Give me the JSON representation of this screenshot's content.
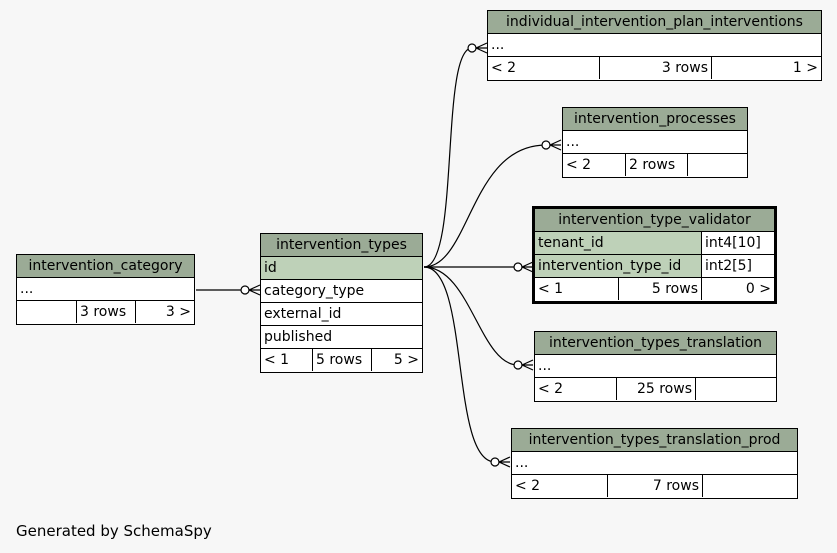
{
  "footer": "Generated by SchemaSpy",
  "tables": {
    "category": {
      "name": "intervention_category",
      "fields": [
        "..."
      ],
      "nav": {
        "prev": "",
        "rows": "3 rows",
        "next": "3 >"
      }
    },
    "types": {
      "name": "intervention_types",
      "fields": [
        "id",
        "category_type",
        "external_id",
        "published"
      ],
      "nav": {
        "prev": "< 1",
        "rows": "5 rows",
        "next": "5 >"
      }
    },
    "plan": {
      "name": "individual_intervention_plan_interventions",
      "fields": [
        "..."
      ],
      "nav": {
        "prev": "< 2",
        "rows": "3 rows",
        "next": "1 >"
      }
    },
    "processes": {
      "name": "intervention_processes",
      "fields": [
        "..."
      ],
      "nav": {
        "prev": "< 2",
        "rows": "2 rows",
        "next": ""
      }
    },
    "validator": {
      "name": "intervention_type_validator",
      "fields": [
        {
          "name": "tenant_id",
          "type": "int4[10]"
        },
        {
          "name": "intervention_type_id",
          "type": "int2[5]"
        }
      ],
      "nav": {
        "prev": "< 1",
        "rows": "5 rows",
        "next": "0 >"
      }
    },
    "translation": {
      "name": "intervention_types_translation",
      "fields": [
        "..."
      ],
      "nav": {
        "prev": "< 2",
        "rows": "25 rows",
        "next": ""
      }
    },
    "translation_prod": {
      "name": "intervention_types_translation_prod",
      "fields": [
        "..."
      ],
      "nav": {
        "prev": "< 2",
        "rows": "7 rows",
        "next": ""
      }
    }
  }
}
